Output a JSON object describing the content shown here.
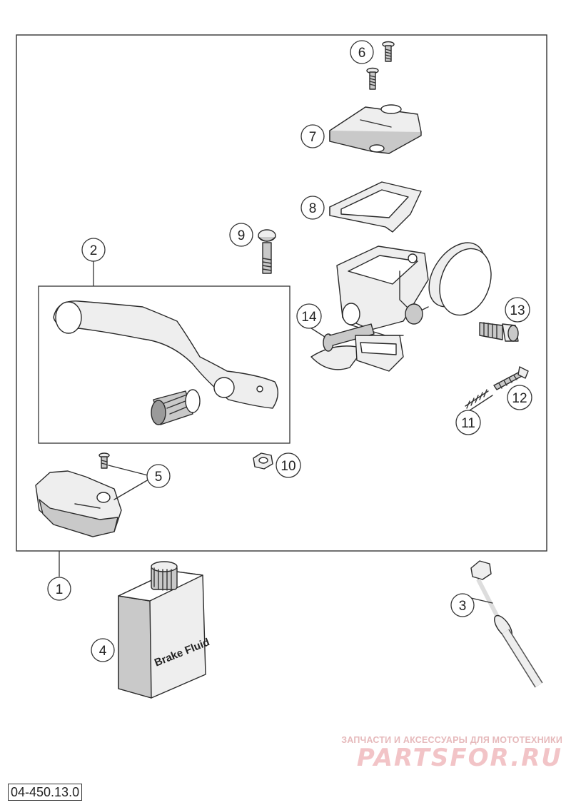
{
  "diagram": {
    "part_number": "04-450.13.0",
    "callouts": [
      "1",
      "2",
      "3",
      "4",
      "5",
      "6",
      "7",
      "8",
      "9",
      "10",
      "11",
      "12",
      "13",
      "14"
    ],
    "labels": {
      "brake_fluid": "Brake Fluid"
    }
  },
  "watermark": {
    "subtitle": "ЗАПЧАСТИ И АКСЕССУАРЫ ДЛЯ МОТОТЕХНИКИ",
    "brand": "PARTSFOR.RU"
  }
}
